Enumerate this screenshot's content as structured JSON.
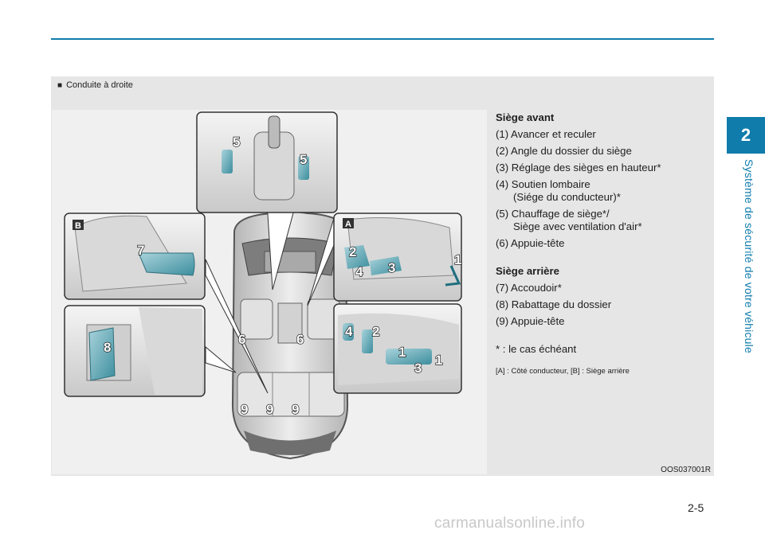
{
  "chapter": {
    "number": "2",
    "title": "Système de sécurité de votre véhicule"
  },
  "caption": {
    "marker": "■",
    "text": "Conduite à droite"
  },
  "callouts": {
    "n1": "1",
    "n2": "2",
    "n3": "3",
    "n4": "4",
    "n5": "5",
    "n6": "6",
    "n7": "7",
    "n8": "8",
    "n9": "9",
    "boxA": "A",
    "boxB": "B"
  },
  "front_seat": {
    "heading": "Siège avant",
    "items": [
      {
        "label": "(1) Avancer et reculer"
      },
      {
        "label": "(2) Angle du dossier du siège"
      },
      {
        "label": "(3) Réglage des sièges en hauteur*"
      },
      {
        "label": "(4) Soutien lombaire",
        "sub": "(Siége du conducteur)*"
      },
      {
        "label": "(5) Chauffage de siège*/",
        "sub": "Siège avec ventilation d'air*"
      },
      {
        "label": "(6) Appuie-tête"
      }
    ]
  },
  "rear_seat": {
    "heading": "Siège arrière",
    "items": [
      {
        "label": "(7) Accoudoir*"
      },
      {
        "label": "(8) Rabattage du dossier"
      },
      {
        "label": "(9) Appuie-tête"
      }
    ]
  },
  "note": "* : le cas échéant",
  "legend": "[A] : Côté conducteur, [B] : Siège arrière",
  "image_code": "OOS037001R",
  "page_number": "2-5",
  "watermark": "carmanualsonline.info",
  "colors": {
    "accent": "#0f7cab",
    "panel": "#e6e6e6"
  }
}
